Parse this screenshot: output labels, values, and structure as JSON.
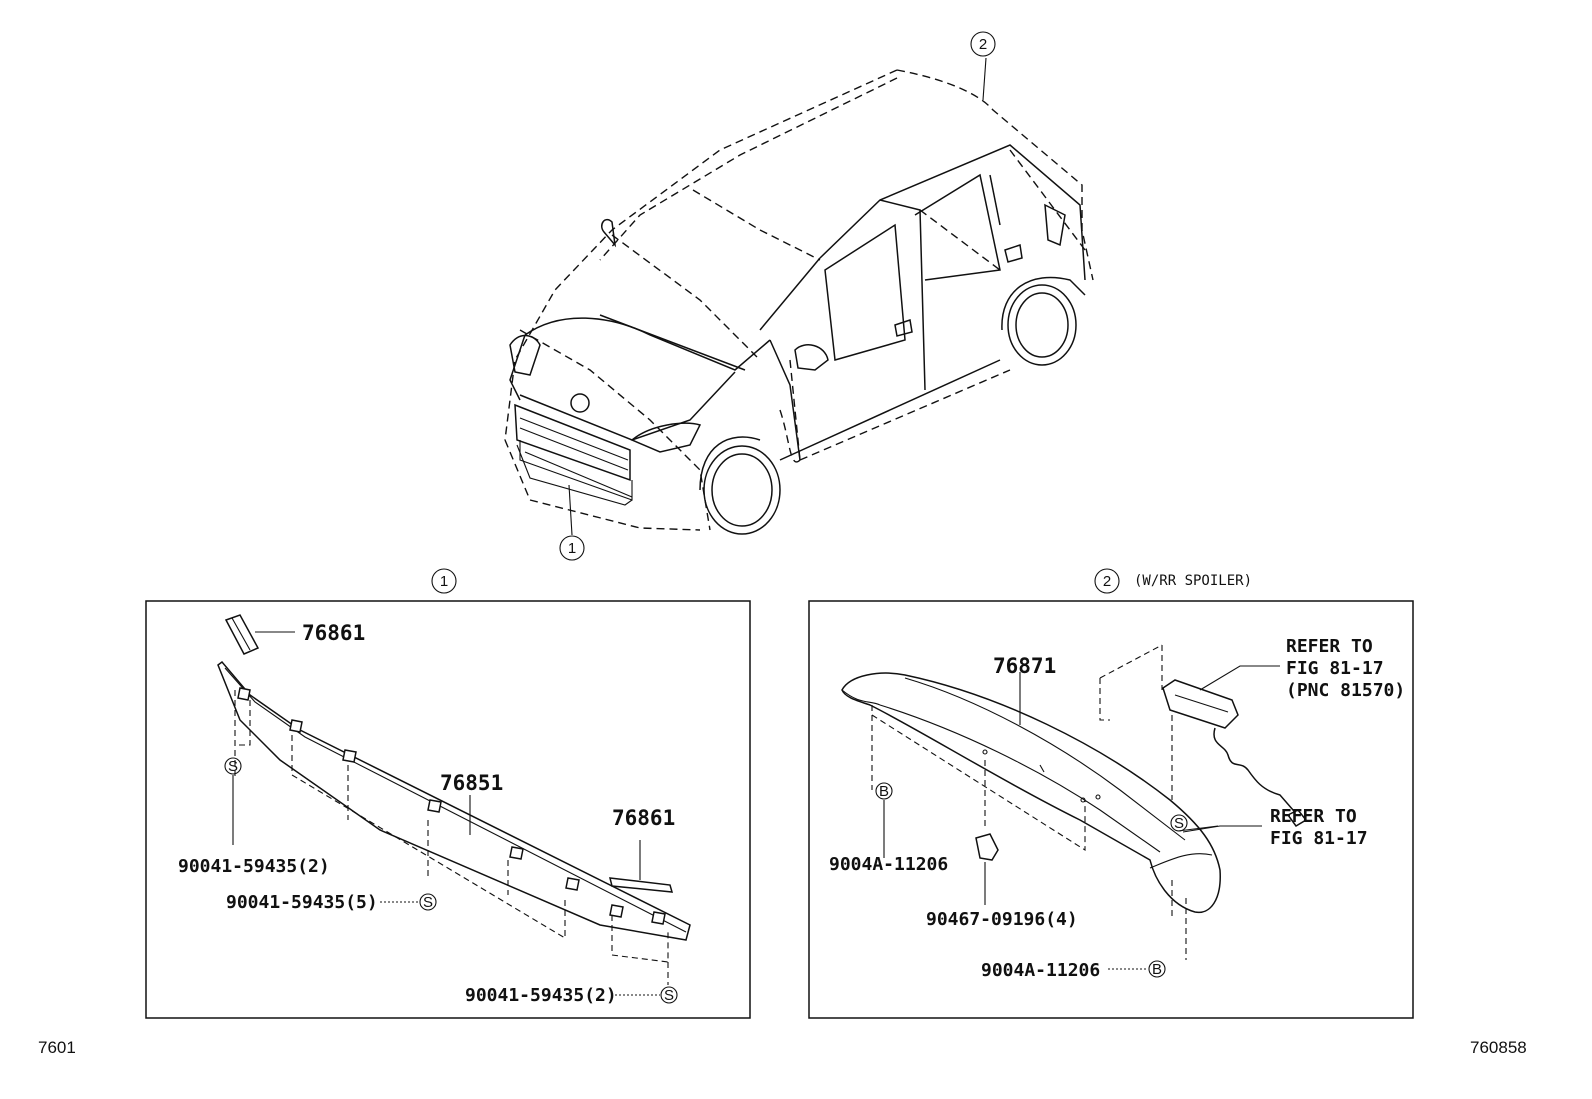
{
  "footer": {
    "left_code": "7601",
    "right_code": "760858"
  },
  "car": {
    "callout_1": "1",
    "callout_2": "2"
  },
  "panel_front": {
    "heading": "1",
    "parts": {
      "p76861_top": "76861",
      "p76851": "76851",
      "p76861_right": "76861",
      "clip_a": "90041-59435(2)",
      "clip_b": "90041-59435(5)",
      "clip_c": "90041-59435(2)"
    },
    "marker": "S"
  },
  "panel_rear": {
    "heading": "2",
    "variant": "(W/RR SPOILER)",
    "parts": {
      "p76871": "76871",
      "bolt_left": "9004A-11206",
      "bolt_right": "9004A-11206",
      "nut": "90467-09196(4)"
    },
    "refer_1": [
      "REFER TO",
      "FIG 81-17",
      "(PNC 81570)"
    ],
    "refer_2": [
      "REFER TO",
      "FIG 81-17"
    ],
    "marker_s": "S",
    "marker_b": "B"
  }
}
